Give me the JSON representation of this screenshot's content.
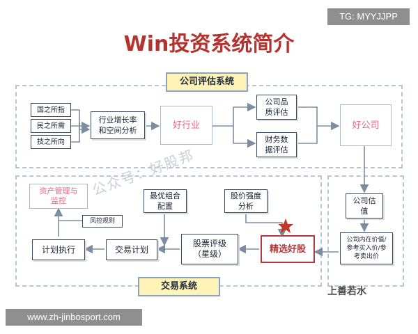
{
  "title": "Win投资系统简介",
  "corner_tag": "TG: MYYJJPP",
  "footer_url": "www.zh-jinbosport.com",
  "watermark": "公众号：好股邦",
  "logo": "上善若水",
  "sections": {
    "company": "公司评估系统",
    "trade": "交易系统"
  },
  "nodes": {
    "guo": "国之所指",
    "min": "民之所需",
    "ji": "技之所向",
    "growth": "行业增长率\n和空间分析",
    "good_industry": "好行业",
    "quality": "公司品\n质评估",
    "finance": "财务数\n据评估",
    "good_company": "好公司",
    "valuation": "公司估\n值",
    "intrinsic": "公司内在价值/\n参考买入价/参\n考卖出价",
    "pick": "精选好股",
    "rating": "股票评级\n（星级）",
    "strength": "股价强度\n分析",
    "portfolio": "最优组合\n配置",
    "trade_plan": "交易计划",
    "execute": "计划执行",
    "asset_mgmt": "资产管理与\n监控",
    "risk_rule": "风控规则"
  },
  "colors": {
    "accent": "#b3342e",
    "pink": "#e06a87",
    "arrow": "#7d8da0",
    "star": "#c0392b"
  }
}
